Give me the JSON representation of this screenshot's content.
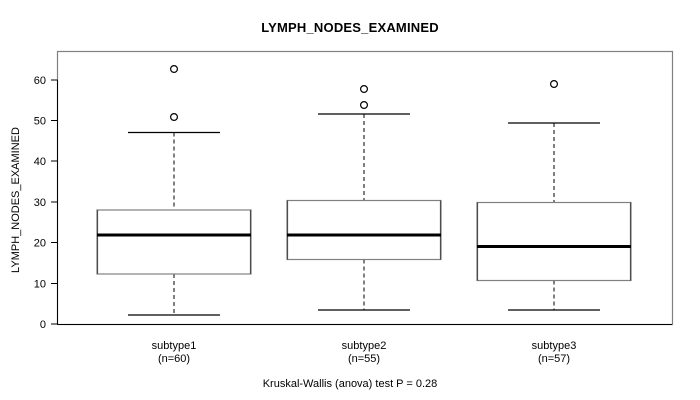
{
  "chart_data": {
    "type": "box",
    "title": "LYMPH_NODES_EXAMINED",
    "ylabel": "LYMPH_NODES_EXAMINED",
    "xlabel": "",
    "footnote": "Kruskal-Wallis (anova) test P = 0.28",
    "ylim": [
      -1,
      65
    ],
    "yticks": [
      0,
      10,
      20,
      30,
      40,
      50,
      60
    ],
    "ytick_labels": [
      "0",
      "10",
      "20",
      "30",
      "40",
      "50",
      "60"
    ],
    "grid": false,
    "legend": "none",
    "categories": [
      "subtype1",
      "subtype2",
      "subtype3"
    ],
    "category_labels": [
      {
        "name": "subtype1",
        "count": "(n=60)"
      },
      {
        "name": "subtype2",
        "count": "(n=55)"
      },
      {
        "name": "subtype3",
        "count": "(n=57)"
      }
    ],
    "boxes": [
      {
        "category": "subtype1",
        "lower_whisker": 2,
        "q1": 12.5,
        "median": 22,
        "q3": 28,
        "upper_whisker": 47,
        "outliers": [
          51,
          63
        ],
        "n": 60
      },
      {
        "category": "subtype2",
        "lower_whisker": 3,
        "q1": 16,
        "median": 22,
        "q3": 30,
        "upper_whisker": 51,
        "outliers": [
          54.5,
          58
        ],
        "n": 55
      },
      {
        "category": "subtype3",
        "lower_whisker": 3,
        "q1": 11,
        "median": 19,
        "q3": 30,
        "upper_whisker": 49,
        "outliers": [
          59
        ],
        "n": 57
      }
    ],
    "colors": {
      "background": "#ffffff",
      "box_outline": "#808080",
      "median": "#000000",
      "whisker": "#000000",
      "outlier": "#000000",
      "axis": "#000000",
      "text": "#000000"
    }
  },
  "labels": {
    "title": "LYMPH_NODES_EXAMINED",
    "ylabel": "LYMPH_NODES_EXAMINED",
    "footnote": "Kruskal-Wallis (anova) test P = 0.28",
    "tick_0": "0",
    "tick_10": "10",
    "tick_20": "20",
    "tick_30": "30",
    "tick_40": "40",
    "tick_50": "50",
    "tick_60": "60",
    "cat1_name": "subtype1",
    "cat1_count": "(n=60)",
    "cat2_name": "subtype2",
    "cat2_count": "(n=55)",
    "cat3_name": "subtype3",
    "cat3_count": "(n=57)"
  }
}
